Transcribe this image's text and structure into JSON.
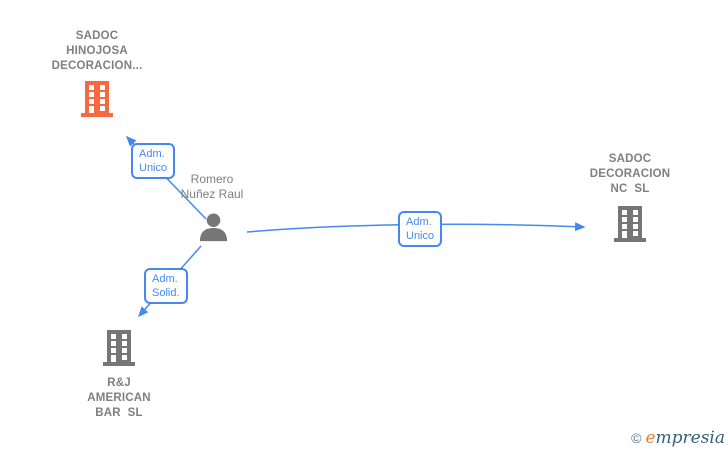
{
  "diagram_type": "corporate-relationship-graph",
  "colors": {
    "accent_blue": "#4688f1",
    "company_orange": "#f8693f",
    "gray_text": "#7f7f7f",
    "gray_icon": "#767676"
  },
  "nodes": {
    "person": {
      "name": "Romero\nNuñez Raul",
      "icon": "person-icon"
    },
    "company_top_left": {
      "name": "SADOC\nHINOJOSA\nDECORACION...",
      "icon": "building-icon",
      "icon_color": "#f8693f"
    },
    "company_right": {
      "name": "SADOC\nDECORACION\nNC  SL",
      "icon": "building-icon",
      "icon_color": "#767676"
    },
    "company_bottom_left": {
      "name": "R&J\nAMERICAN\nBAR  SL",
      "icon": "building-icon",
      "icon_color": "#767676"
    }
  },
  "edges": [
    {
      "from": "person",
      "to": "company_top_left",
      "label": "Adm.\nUnico"
    },
    {
      "from": "person",
      "to": "company_right",
      "label": "Adm.\nUnico"
    },
    {
      "from": "person",
      "to": "company_bottom_left",
      "label": "Adm.\nSolid."
    }
  ],
  "watermark": {
    "copyright": "©",
    "brand_first_letter": "e",
    "brand_rest": "mpresia"
  }
}
